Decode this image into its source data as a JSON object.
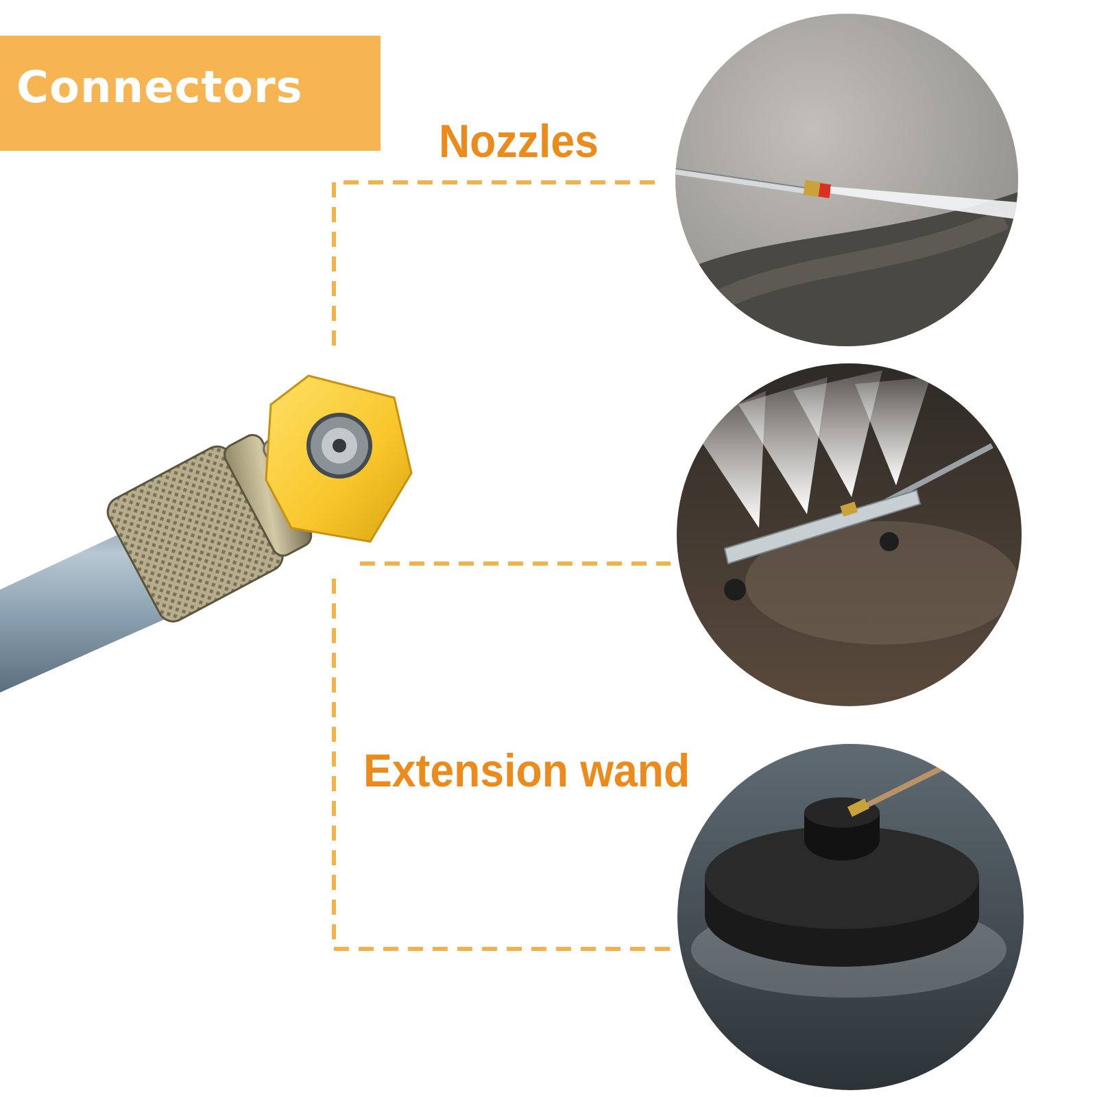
{
  "banner": {
    "title": "Connectors"
  },
  "labels": {
    "nozzles": "Nozzles",
    "extension_wand": "Extension wand"
  },
  "colors": {
    "banner": "#f7b453",
    "label": "#ec8a1b",
    "dashed_line": "#f4b24a",
    "nozzle_tip": "#f8c62a"
  },
  "images": [
    {
      "name": "nozzle-connector-closeup",
      "depicts": "quick-connect coupler with yellow nozzle tip on grey wand"
    },
    {
      "name": "spray-nozzle-photo",
      "depicts": "spray lance cleaning concrete"
    },
    {
      "name": "undercarriage-cleaner-photo",
      "depicts": "wheeled water broom spraying wet pavement"
    },
    {
      "name": "surface-cleaner-photo",
      "depicts": "round surface cleaner on wet floor"
    }
  ]
}
